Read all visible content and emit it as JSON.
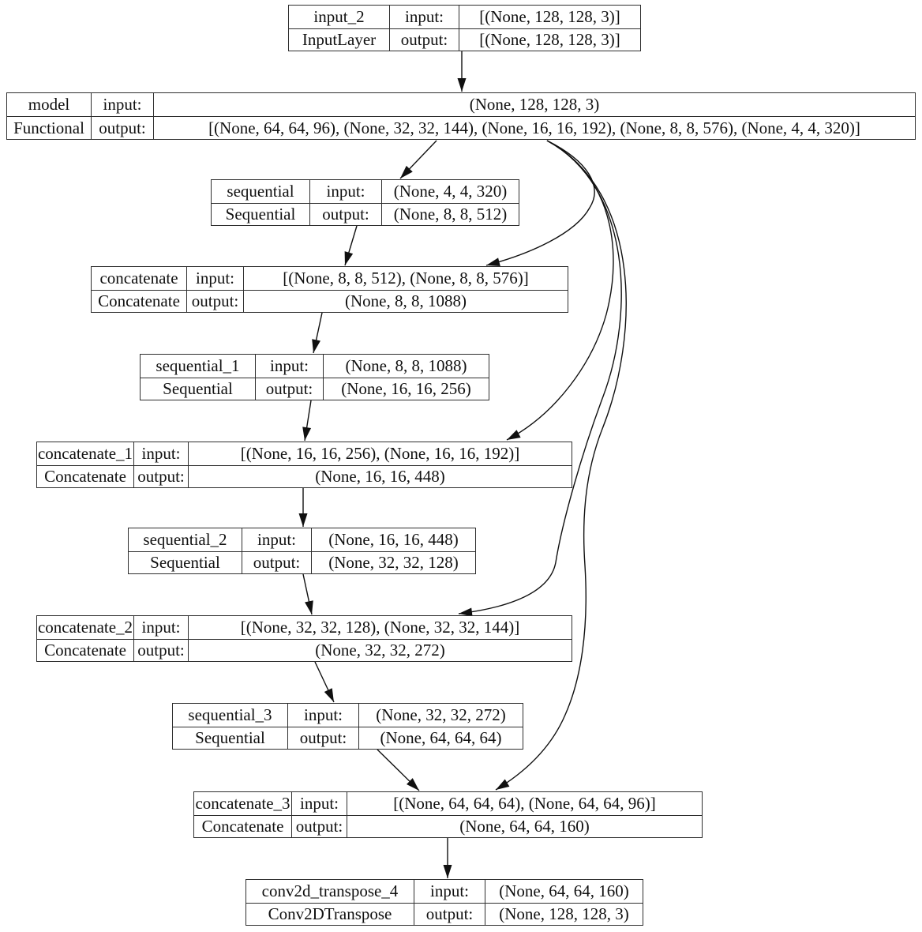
{
  "diagram": {
    "kind": "keras-model-architecture-plot",
    "labels": {
      "input": "input:",
      "output": "output:"
    },
    "nodes": [
      {
        "name": "input_2",
        "type": "InputLayer",
        "input": "[(None, 128, 128, 3)]",
        "output": "[(None, 128, 128, 3)]"
      },
      {
        "name": "model",
        "type": "Functional",
        "input": "(None, 128, 128, 3)",
        "output": "[(None, 64, 64, 96), (None, 32, 32, 144), (None, 16, 16, 192), (None, 8, 8, 576), (None, 4, 4, 320)]"
      },
      {
        "name": "sequential",
        "type": "Sequential",
        "input": "(None, 4, 4, 320)",
        "output": "(None, 8, 8, 512)"
      },
      {
        "name": "concatenate",
        "type": "Concatenate",
        "input": "[(None, 8, 8, 512), (None, 8, 8, 576)]",
        "output": "(None, 8, 8, 1088)"
      },
      {
        "name": "sequential_1",
        "type": "Sequential",
        "input": "(None, 8, 8, 1088)",
        "output": "(None, 16, 16, 256)"
      },
      {
        "name": "concatenate_1",
        "type": "Concatenate",
        "input": "[(None, 16, 16, 256), (None, 16, 16, 192)]",
        "output": "(None, 16, 16, 448)"
      },
      {
        "name": "sequential_2",
        "type": "Sequential",
        "input": "(None, 16, 16, 448)",
        "output": "(None, 32, 32, 128)"
      },
      {
        "name": "concatenate_2",
        "type": "Concatenate",
        "input": "[(None, 32, 32, 128), (None, 32, 32, 144)]",
        "output": "(None, 32, 32, 272)"
      },
      {
        "name": "sequential_3",
        "type": "Sequential",
        "input": "(None, 32, 32, 272)",
        "output": "(None, 64, 64, 64)"
      },
      {
        "name": "concatenate_3",
        "type": "Concatenate",
        "input": "[(None, 64, 64, 64), (None, 64, 64, 96)]",
        "output": "(None, 64, 64, 160)"
      },
      {
        "name": "conv2d_transpose_4",
        "type": "Conv2DTranspose",
        "input": "(None, 64, 64, 160)",
        "output": "(None, 128, 128, 3)"
      }
    ],
    "edges": [
      {
        "from": "input_2",
        "to": "model"
      },
      {
        "from": "model",
        "to": "sequential"
      },
      {
        "from": "model",
        "to": "concatenate"
      },
      {
        "from": "model",
        "to": "concatenate_1"
      },
      {
        "from": "model",
        "to": "concatenate_2"
      },
      {
        "from": "model",
        "to": "concatenate_3"
      },
      {
        "from": "sequential",
        "to": "concatenate"
      },
      {
        "from": "concatenate",
        "to": "sequential_1"
      },
      {
        "from": "sequential_1",
        "to": "concatenate_1"
      },
      {
        "from": "concatenate_1",
        "to": "sequential_2"
      },
      {
        "from": "sequential_2",
        "to": "concatenate_2"
      },
      {
        "from": "concatenate_2",
        "to": "sequential_3"
      },
      {
        "from": "sequential_3",
        "to": "concatenate_3"
      },
      {
        "from": "concatenate_3",
        "to": "conv2d_transpose_4"
      }
    ]
  },
  "colors": {
    "background": "#ffffff",
    "border": "#2e2e2e",
    "text": "#101010",
    "edge": "#101010"
  }
}
